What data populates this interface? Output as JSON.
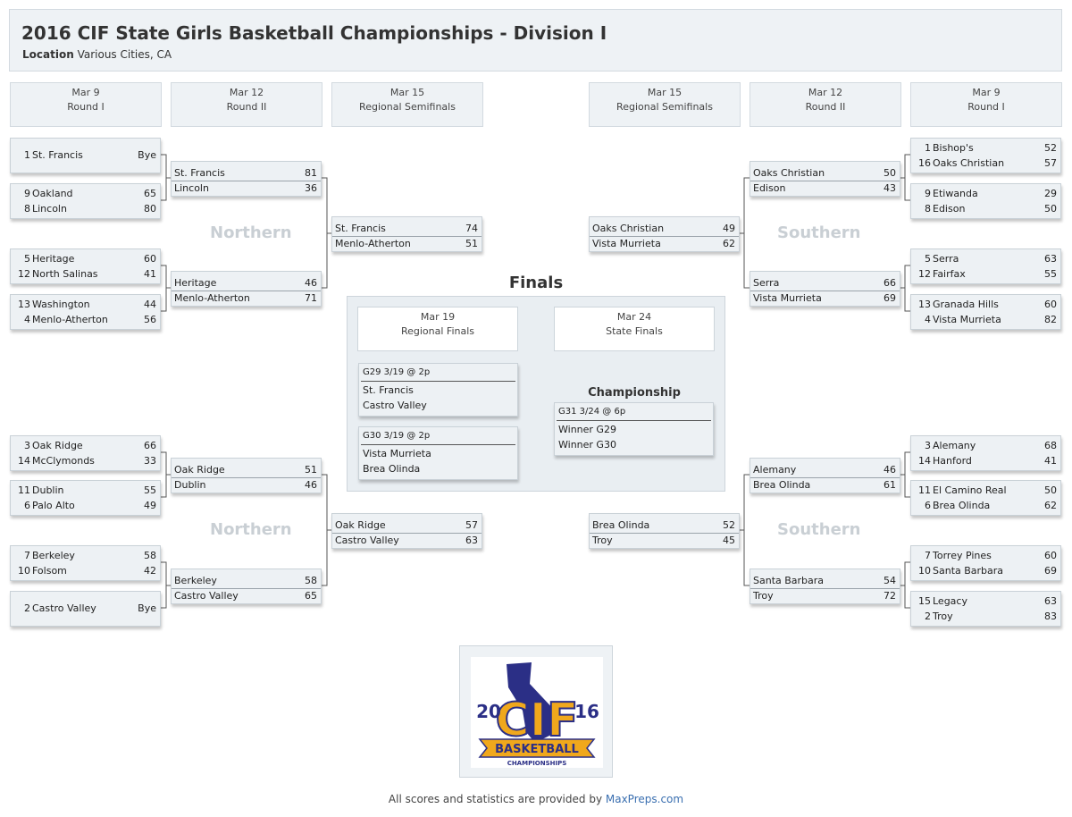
{
  "header": {
    "title": "2016 CIF State Girls Basketball Championships - Division I",
    "location_label": "Location",
    "location_value": "Various Cities, CA"
  },
  "rounds": {
    "left_r1": {
      "date": "Mar 9",
      "name": "Round I"
    },
    "left_r2": {
      "date": "Mar 12",
      "name": "Round II"
    },
    "left_r3": {
      "date": "Mar 15",
      "name": "Regional Semifinals"
    },
    "right_r3": {
      "date": "Mar 15",
      "name": "Regional Semifinals"
    },
    "right_r2": {
      "date": "Mar 12",
      "name": "Round II"
    },
    "right_r1": {
      "date": "Mar 9",
      "name": "Round I"
    }
  },
  "regions": {
    "north_top": "Northern",
    "north_bottom": "Northern",
    "south_top": "Southern",
    "south_bottom": "Southern"
  },
  "left_r1": [
    {
      "single": true,
      "a": {
        "seed": "1",
        "team": "St. Francis",
        "score": "Bye"
      }
    },
    {
      "a": {
        "seed": "9",
        "team": "Oakland",
        "score": "65"
      },
      "b": {
        "seed": "8",
        "team": "Lincoln",
        "score": "80"
      }
    },
    {
      "a": {
        "seed": "5",
        "team": "Heritage",
        "score": "60"
      },
      "b": {
        "seed": "12",
        "team": "North Salinas",
        "score": "41"
      }
    },
    {
      "a": {
        "seed": "13",
        "team": "Washington",
        "score": "44"
      },
      "b": {
        "seed": "4",
        "team": "Menlo-Atherton",
        "score": "56"
      }
    },
    {
      "a": {
        "seed": "3",
        "team": "Oak Ridge",
        "score": "66"
      },
      "b": {
        "seed": "14",
        "team": "McClymonds",
        "score": "33"
      }
    },
    {
      "a": {
        "seed": "11",
        "team": "Dublin",
        "score": "55"
      },
      "b": {
        "seed": "6",
        "team": "Palo Alto",
        "score": "49"
      }
    },
    {
      "a": {
        "seed": "7",
        "team": "Berkeley",
        "score": "58"
      },
      "b": {
        "seed": "10",
        "team": "Folsom",
        "score": "42"
      }
    },
    {
      "single": true,
      "a": {
        "seed": "2",
        "team": "Castro Valley",
        "score": "Bye"
      }
    }
  ],
  "left_r2": [
    {
      "a": {
        "team": "St. Francis",
        "score": "81"
      },
      "b": {
        "team": "Lincoln",
        "score": "36"
      }
    },
    {
      "a": {
        "team": "Heritage",
        "score": "46"
      },
      "b": {
        "team": "Menlo-Atherton",
        "score": "71"
      }
    },
    {
      "a": {
        "team": "Oak Ridge",
        "score": "51"
      },
      "b": {
        "team": "Dublin",
        "score": "46"
      }
    },
    {
      "a": {
        "team": "Berkeley",
        "score": "58"
      },
      "b": {
        "team": "Castro Valley",
        "score": "65"
      }
    }
  ],
  "left_r3": [
    {
      "a": {
        "team": "St. Francis",
        "score": "74"
      },
      "b": {
        "team": "Menlo-Atherton",
        "score": "51"
      }
    },
    {
      "a": {
        "team": "Oak Ridge",
        "score": "57"
      },
      "b": {
        "team": "Castro Valley",
        "score": "63"
      }
    }
  ],
  "right_r3": [
    {
      "a": {
        "team": "Oaks Christian",
        "score": "49"
      },
      "b": {
        "team": "Vista Murrieta",
        "score": "62"
      }
    },
    {
      "a": {
        "team": "Brea Olinda",
        "score": "52"
      },
      "b": {
        "team": "Troy",
        "score": "45"
      }
    }
  ],
  "right_r2": [
    {
      "a": {
        "team": "Oaks Christian",
        "score": "50"
      },
      "b": {
        "team": "Edison",
        "score": "43"
      }
    },
    {
      "a": {
        "team": "Serra",
        "score": "66"
      },
      "b": {
        "team": "Vista Murrieta",
        "score": "69"
      }
    },
    {
      "a": {
        "team": "Alemany",
        "score": "46"
      },
      "b": {
        "team": "Brea Olinda",
        "score": "61"
      }
    },
    {
      "a": {
        "team": "Santa Barbara",
        "score": "54"
      },
      "b": {
        "team": "Troy",
        "score": "72"
      }
    }
  ],
  "right_r1": [
    {
      "a": {
        "seed": "1",
        "team": "Bishop's",
        "score": "52"
      },
      "b": {
        "seed": "16",
        "team": "Oaks Christian",
        "score": "57"
      }
    },
    {
      "a": {
        "seed": "9",
        "team": "Etiwanda",
        "score": "29"
      },
      "b": {
        "seed": "8",
        "team": "Edison",
        "score": "50"
      }
    },
    {
      "a": {
        "seed": "5",
        "team": "Serra",
        "score": "63"
      },
      "b": {
        "seed": "12",
        "team": "Fairfax",
        "score": "55"
      }
    },
    {
      "a": {
        "seed": "13",
        "team": "Granada Hills",
        "score": "60"
      },
      "b": {
        "seed": "4",
        "team": "Vista Murrieta",
        "score": "82"
      }
    },
    {
      "a": {
        "seed": "3",
        "team": "Alemany",
        "score": "68"
      },
      "b": {
        "seed": "14",
        "team": "Hanford",
        "score": "41"
      }
    },
    {
      "a": {
        "seed": "11",
        "team": "El Camino Real",
        "score": "50"
      },
      "b": {
        "seed": "6",
        "team": "Brea Olinda",
        "score": "62"
      }
    },
    {
      "a": {
        "seed": "7",
        "team": "Torrey Pines",
        "score": "60"
      },
      "b": {
        "seed": "10",
        "team": "Santa Barbara",
        "score": "69"
      }
    },
    {
      "a": {
        "seed": "15",
        "team": "Legacy",
        "score": "63"
      },
      "b": {
        "seed": "2",
        "team": "Troy",
        "score": "83"
      }
    }
  ],
  "finals": {
    "title": "Finals",
    "regional": {
      "date": "Mar 19",
      "name": "Regional Finals"
    },
    "state": {
      "date": "Mar 24",
      "name": "State Finals"
    },
    "championship_label": "Championship",
    "g29": {
      "header": "G29 3/19 @ 2p",
      "a": "St. Francis",
      "b": "Castro Valley"
    },
    "g30": {
      "header": "G30 3/19 @ 2p",
      "a": "Vista Murrieta",
      "b": "Brea Olinda"
    },
    "g31": {
      "header": "G31 3/24 @ 6p",
      "a": "Winner G29",
      "b": "Winner G30"
    }
  },
  "logo": {
    "year_left": "20",
    "year_right": "16",
    "letters": "CIF",
    "banner": "BASKETBALL",
    "sub": "CHAMPIONSHIPS"
  },
  "footer": {
    "text": "All scores and statistics are provided by",
    "link": "MaxPreps.com"
  }
}
